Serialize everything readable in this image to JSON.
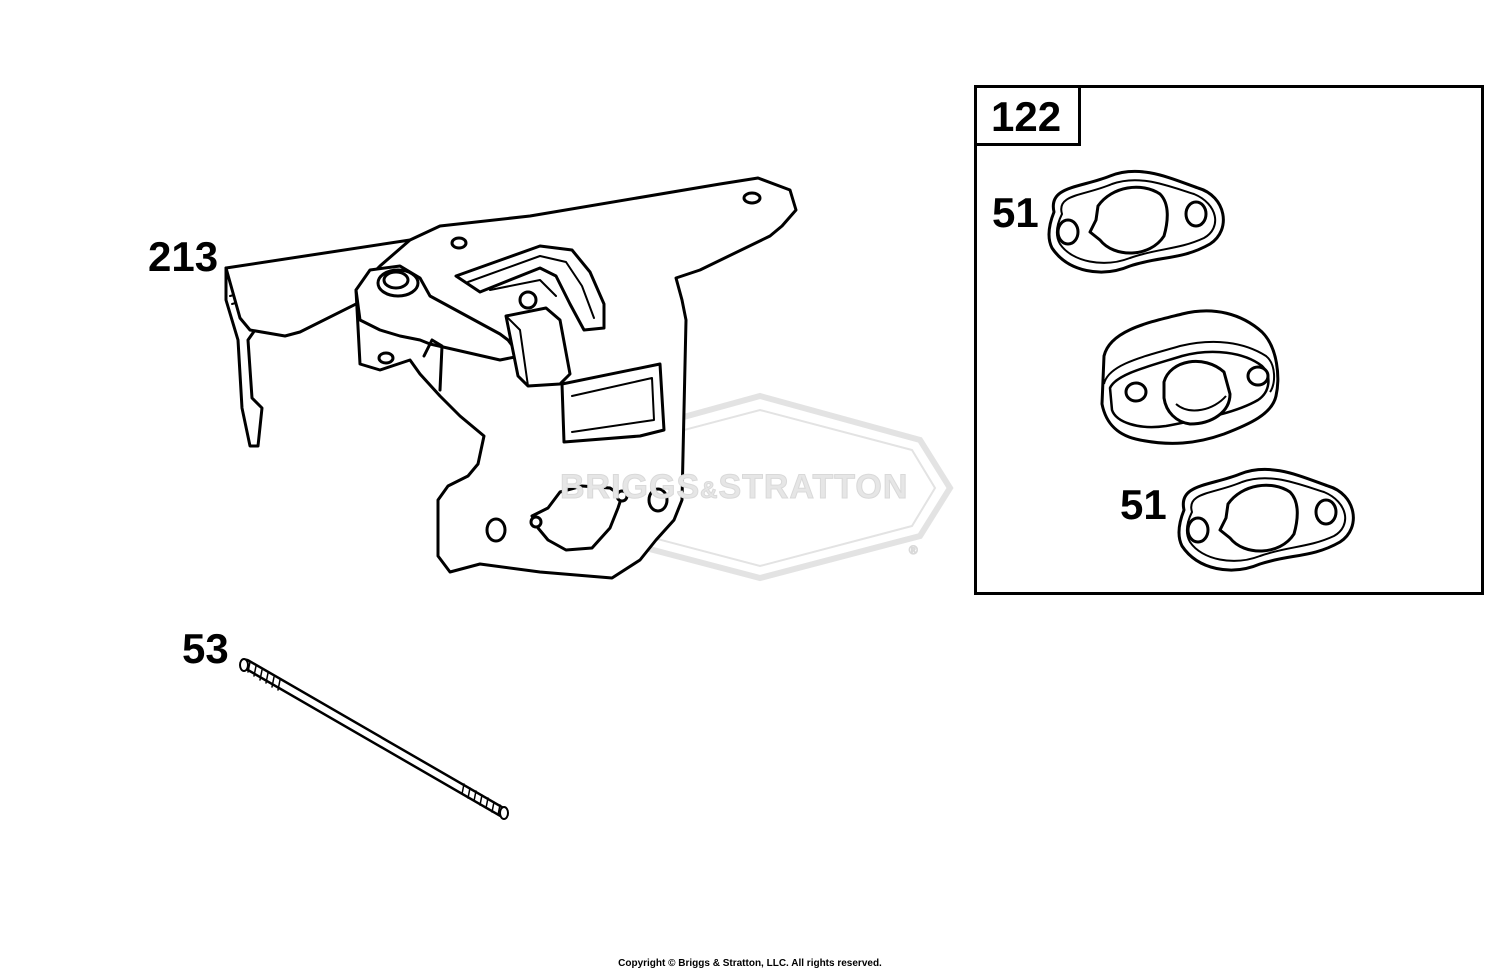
{
  "callouts": {
    "bracket": "213",
    "stud": "53",
    "kit": "122",
    "gasket_top": "51",
    "gasket_bottom": "51"
  },
  "watermark": {
    "brand_left": "BRIGGS",
    "brand_amp": "&",
    "brand_right": "STRATTON",
    "registered": "®"
  },
  "footer": {
    "copyright": "Copyright © Briggs & Stratton, LLC. All rights reserved."
  },
  "colors": {
    "line": "#000000",
    "watermark": "#e6e6e6"
  }
}
